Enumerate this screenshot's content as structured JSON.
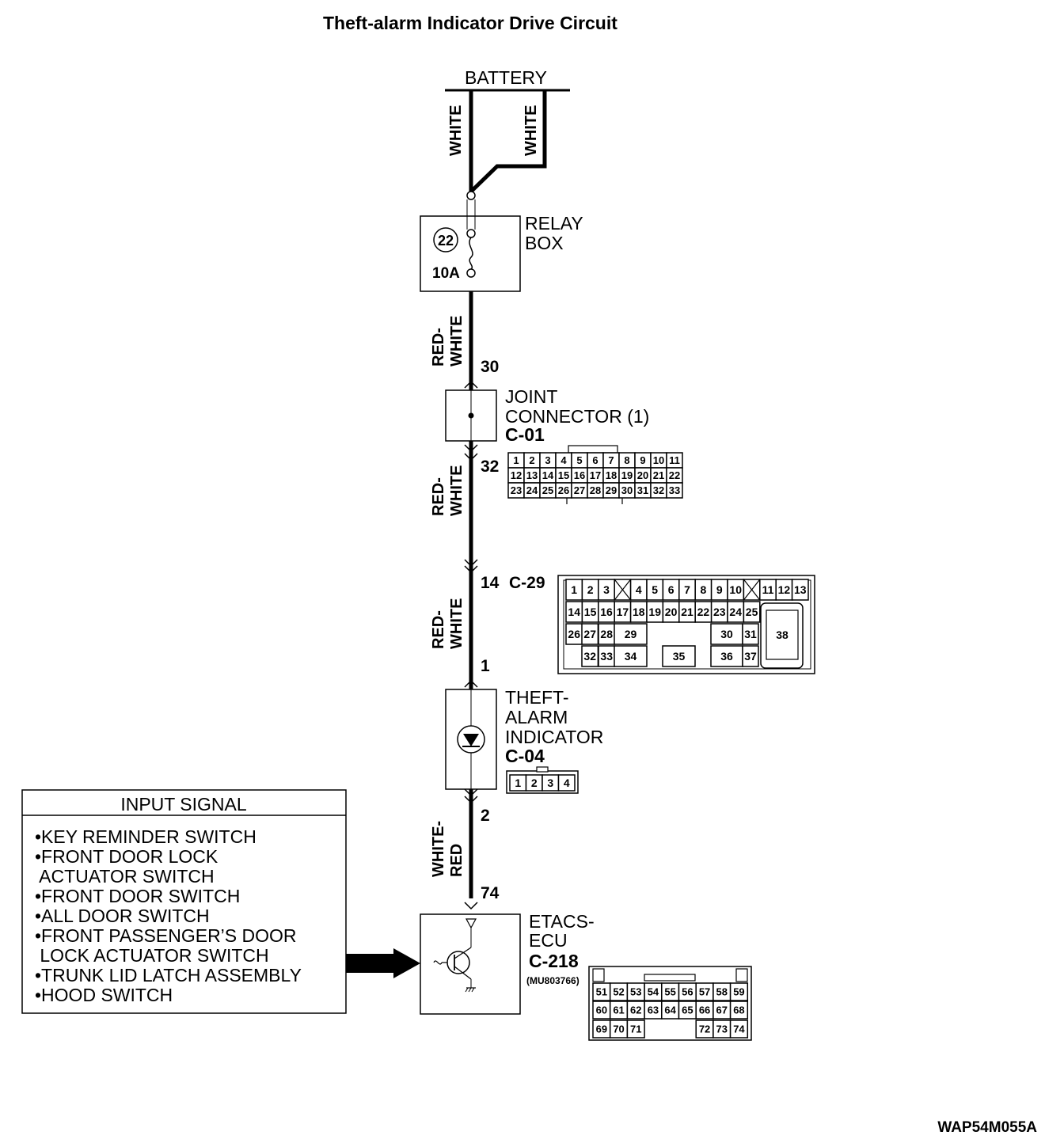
{
  "title": "Theft-alarm Indicator Drive Circuit",
  "figure_code": "WAP54M055A",
  "battery": {
    "label": "BATTERY"
  },
  "wires": {
    "battery_a": "WHITE",
    "battery_b": "WHITE",
    "relay_joint": [
      "RED-",
      "WHITE"
    ],
    "joint_c29": [
      "RED-",
      "WHITE"
    ],
    "c29_indicator": [
      "RED-",
      "WHITE"
    ],
    "indicator_ecu": [
      "WHITE-",
      "RED"
    ]
  },
  "relay_box": {
    "label": [
      "RELAY",
      "BOX"
    ],
    "fuse_number": "22",
    "fuse_rating": "10A"
  },
  "joint_connector": {
    "label": [
      "JOINT",
      "CONNECTOR (1)"
    ],
    "code": "C-01",
    "pin_in": "30",
    "pin_out": "32",
    "pins": [
      [
        "1",
        "2",
        "3",
        "4",
        "5",
        "6",
        "7",
        "8",
        "9",
        "10",
        "11"
      ],
      [
        "12",
        "13",
        "14",
        "15",
        "16",
        "17",
        "18",
        "19",
        "20",
        "21",
        "22"
      ],
      [
        "23",
        "24",
        "25",
        "26",
        "27",
        "28",
        "29",
        "30",
        "31",
        "32",
        "33"
      ]
    ]
  },
  "c29": {
    "pin": "14",
    "code": "C-29",
    "pin_out": "1",
    "row1": [
      "1",
      "2",
      "3",
      "",
      "4",
      "5",
      "6",
      "7",
      "8",
      "9",
      "10",
      "",
      "11",
      "12",
      "13"
    ],
    "row2": [
      "14",
      "15",
      "16",
      "17",
      "18",
      "19",
      "20",
      "21",
      "22",
      "23",
      "24",
      "25"
    ],
    "row3": [
      "26",
      "27",
      "28",
      "29",
      "30",
      "31"
    ],
    "row4": [
      "32",
      "33",
      "34",
      "35",
      "36",
      "37"
    ],
    "big": "38"
  },
  "theft_indicator": {
    "label": [
      "THEFT-",
      "ALARM",
      "INDICATOR"
    ],
    "code": "C-04",
    "pin_out": "2",
    "pins": [
      "1",
      "2",
      "3",
      "4"
    ]
  },
  "etacs": {
    "label": [
      "ETACS-",
      "ECU"
    ],
    "code": "C-218",
    "part_number": "(MU803766)",
    "pin_in": "74",
    "row1": [
      "51",
      "52",
      "53",
      "54",
      "55",
      "56",
      "57",
      "58",
      "59"
    ],
    "row2": [
      "60",
      "61",
      "62",
      "63",
      "64",
      "65",
      "66",
      "67",
      "68"
    ],
    "row3": [
      "69",
      "70",
      "71",
      "72",
      "73",
      "74"
    ]
  },
  "input_signal": {
    "header": "INPUT SIGNAL",
    "items": [
      "•KEY REMINDER SWITCH",
      "•FRONT DOOR LOCK",
      " ACTUATOR SWITCH",
      "•FRONT DOOR SWITCH",
      "•ALL DOOR SWITCH",
      "•FRONT PASSENGER’S DOOR",
      " LOCK ACTUATOR SWITCH",
      "•TRUNK LID LATCH ASSEMBLY",
      "•HOOD SWITCH"
    ]
  }
}
